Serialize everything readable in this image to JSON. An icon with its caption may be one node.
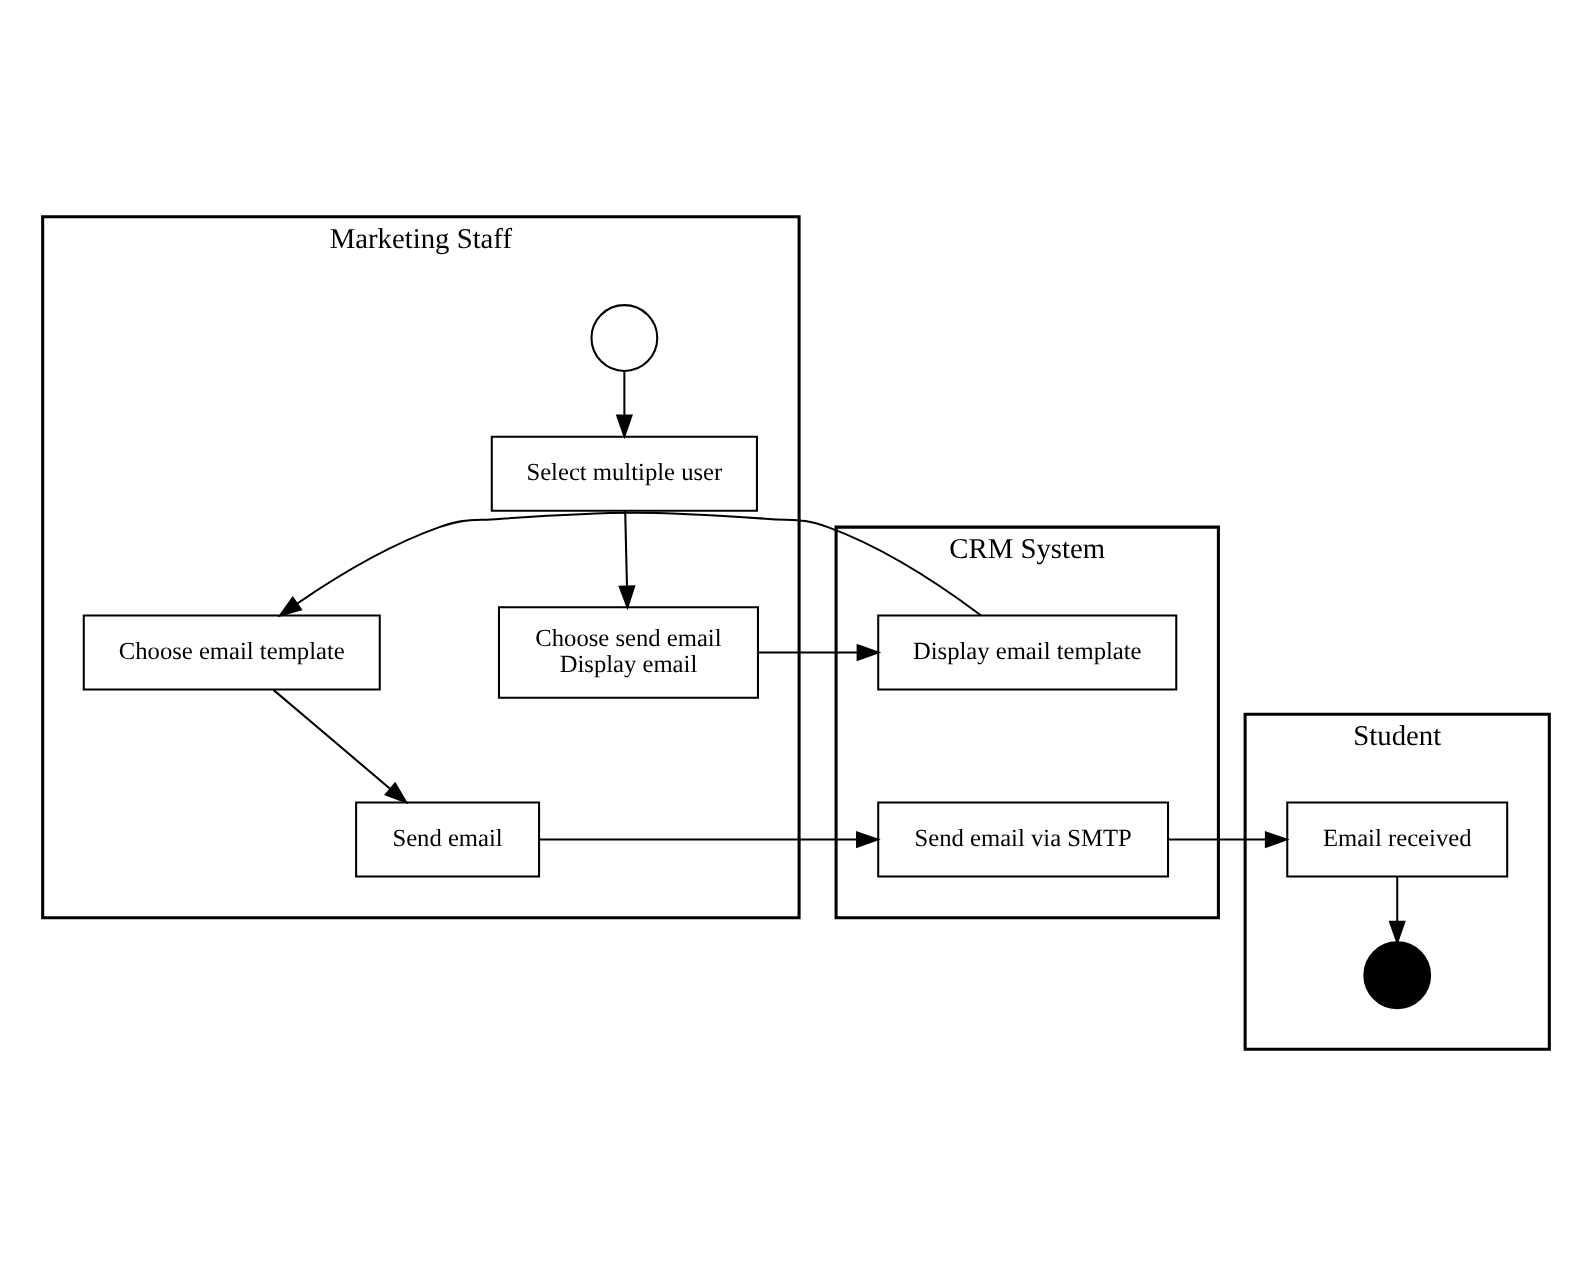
{
  "diagram": {
    "nodes": [
      {
        "text": [
          "Marketing Staff"
        ]
      },
      {
        "text": [
          "CRM System"
        ]
      },
      {
        "text": [
          "Student"
        ]
      },
      {
        "text": [],
        "shape": "circle",
        "in": 0
      },
      {
        "text": [
          "Select multiple user"
        ],
        "in": 0
      },
      {
        "text": [
          "Choose send email",
          "Display email"
        ],
        "in": 0
      },
      {
        "text": [
          "Display email template"
        ],
        "in": 1
      },
      {
        "text": [
          "Choose email template"
        ],
        "in": 0
      },
      {
        "text": [
          "Send email"
        ],
        "in": 0
      },
      {
        "text": [
          "Send email via SMTP"
        ],
        "in": 1
      },
      {
        "text": [
          "Email received"
        ],
        "in": 2
      },
      {
        "text": [],
        "shape": "dot",
        "in": 2
      }
    ],
    "edges": [
      {
        "from": 3,
        "to": 4,
        "arrow": "to"
      },
      {
        "from": 4,
        "to": 5,
        "arrow": "to"
      },
      {
        "from": 5,
        "to": 6,
        "arrow": "to"
      },
      {
        "from": 6,
        "to": 7,
        "arrow": "to"
      },
      {
        "from": 7,
        "to": 8,
        "arrow": "to"
      },
      {
        "from": 8,
        "to": 9,
        "arrow": "to"
      },
      {
        "from": 9,
        "to": 10,
        "arrow": "to"
      },
      {
        "from": 10,
        "to": 11,
        "arrow": "to"
      }
    ]
  }
}
